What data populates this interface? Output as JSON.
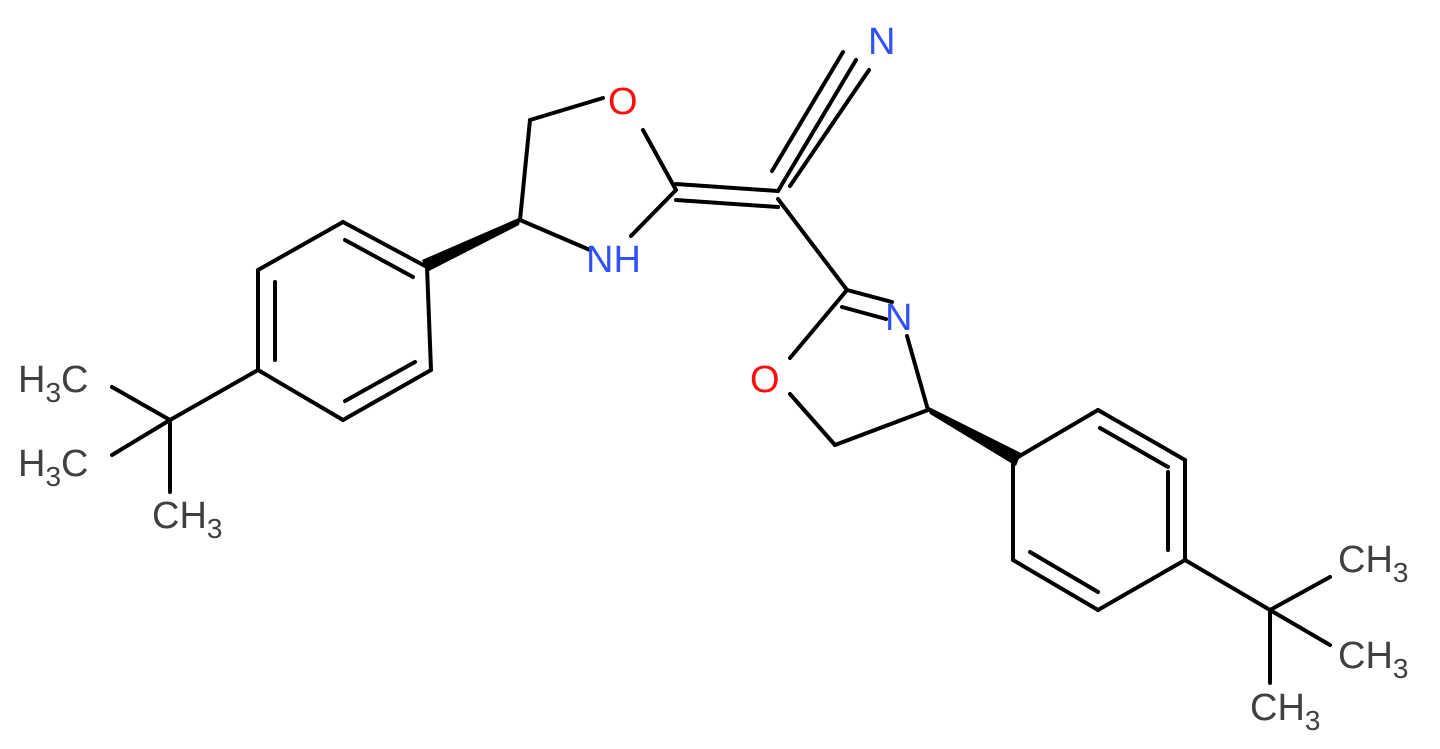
{
  "colors": {
    "bond": "#000000",
    "oxygen": "#ff0d0d",
    "nitrogen": "#3050f8",
    "carbon_label": "#404040"
  },
  "atoms": {
    "n_nitrile": "N",
    "o_ring1": "O",
    "nh_ring1": "NH",
    "n_ring2": "N",
    "o_ring2": "O",
    "ch3_left_top": {
      "main": "H",
      "sub": "3",
      "tail": "C"
    },
    "ch3_left_mid": {
      "main": "H",
      "sub": "3",
      "tail": "C"
    },
    "ch3_left_bottom": {
      "main": "CH",
      "sub": "3"
    },
    "ch3_right_top": {
      "main": "CH",
      "sub": "3"
    },
    "ch3_right_mid": {
      "main": "CH",
      "sub": "3"
    },
    "ch3_right_bottom": {
      "main": "CH",
      "sub": "3"
    }
  }
}
